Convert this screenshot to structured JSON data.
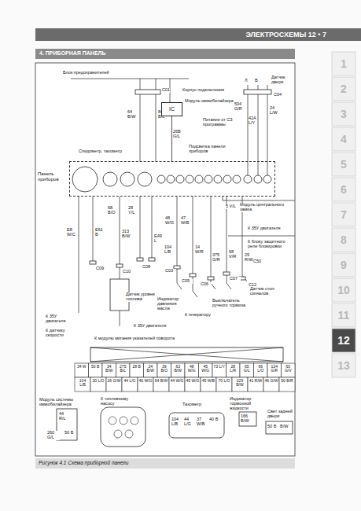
{
  "diagram": {
    "title": "ЭЛЕКТРОСХЕМЫ 12 • 7",
    "caption": "Рисунок 4.1 Схема приборной панели",
    "nodes": [
      {
        "text": [
          "Панель приборов"
        ]
      },
      {
        "text": [
          "IC"
        ]
      }
    ],
    "edges": [
      {
        "from": 1,
        "to": 0,
        "arrow": "none"
      }
    ],
    "labels": [
      "4. ПРИБОРНАЯ ПАНЕЛЬ",
      "1",
      "2",
      "3",
      "4",
      "5",
      "6",
      "7",
      "8",
      "9",
      "10",
      "11",
      "12",
      "13",
      "Блок предохранителей",
      "C01",
      "64 B/W",
      "84 B/L",
      "Корпус подключения",
      "Модуль иммобилайзера",
      "26B G/L",
      "Питание от СЗ программы",
      "Подсветка панели приборов",
      "Спидометр, тахометр",
      "Л",
      "B",
      "Датчик двери",
      "C04",
      "504 G/R",
      "42A L/Y",
      "24 L/W",
      "68 B/O",
      "28 Y/L",
      "48 W/G",
      "47 W/B",
      "5 V/L",
      "E8 W/C",
      "E61 B",
      "313 B/W",
      "E49 L",
      "104 L/B",
      "14 W/R",
      "375 G/R",
      "68 V/R",
      "29 R/W",
      "Модуль центрального замка",
      "К 35У двигателя",
      "К блоку защитного реле блокировки",
      "C09",
      "C10",
      "C08",
      "C03",
      "C05",
      "C06",
      "C07",
      "C12",
      "C50",
      "Датчик уровня топлива",
      "Индикатор давления масла",
      "К генератору",
      "Выключатель ручного тормоза",
      "Датчик стоп-сигналов",
      "К 35У двигателя",
      "К датчику скорости",
      "К 35У двигателя",
      "К модулю мигания указателей поворота",
      "34 W",
      "50 B",
      "34 B/W",
      "275 B/L",
      "28 B",
      "24 B/W",
      "39 B/O",
      "63 B/W",
      "48 W/G",
      "45 W/G",
      "73 L/Y",
      "28 L/R",
      "65 G/L",
      "66 L/O",
      "134 G/R",
      "60 G/V",
      "104 L/B",
      "30 L/O",
      "26 G/W",
      "44 L/G",
      "46 W/G",
      "64 B/W",
      "44 W/G",
      "45 W/G",
      "45 W/B",
      "70 L/O",
      "229 B/W",
      "41 R/W",
      "46 G/W",
      "50 B/R",
      "Модуль системы иммобилайзера",
      "44 R/L",
      "260 G/L",
      "50 B",
      "К топливному насосу",
      "Тахометр",
      "104 L/B",
      "44 L/G",
      "37 W/B",
      "40 B",
      "Индикатор тормозной жидкости",
      "166 B/W",
      "Свет задней двери",
      "50 B",
      "B/W"
    ]
  }
}
